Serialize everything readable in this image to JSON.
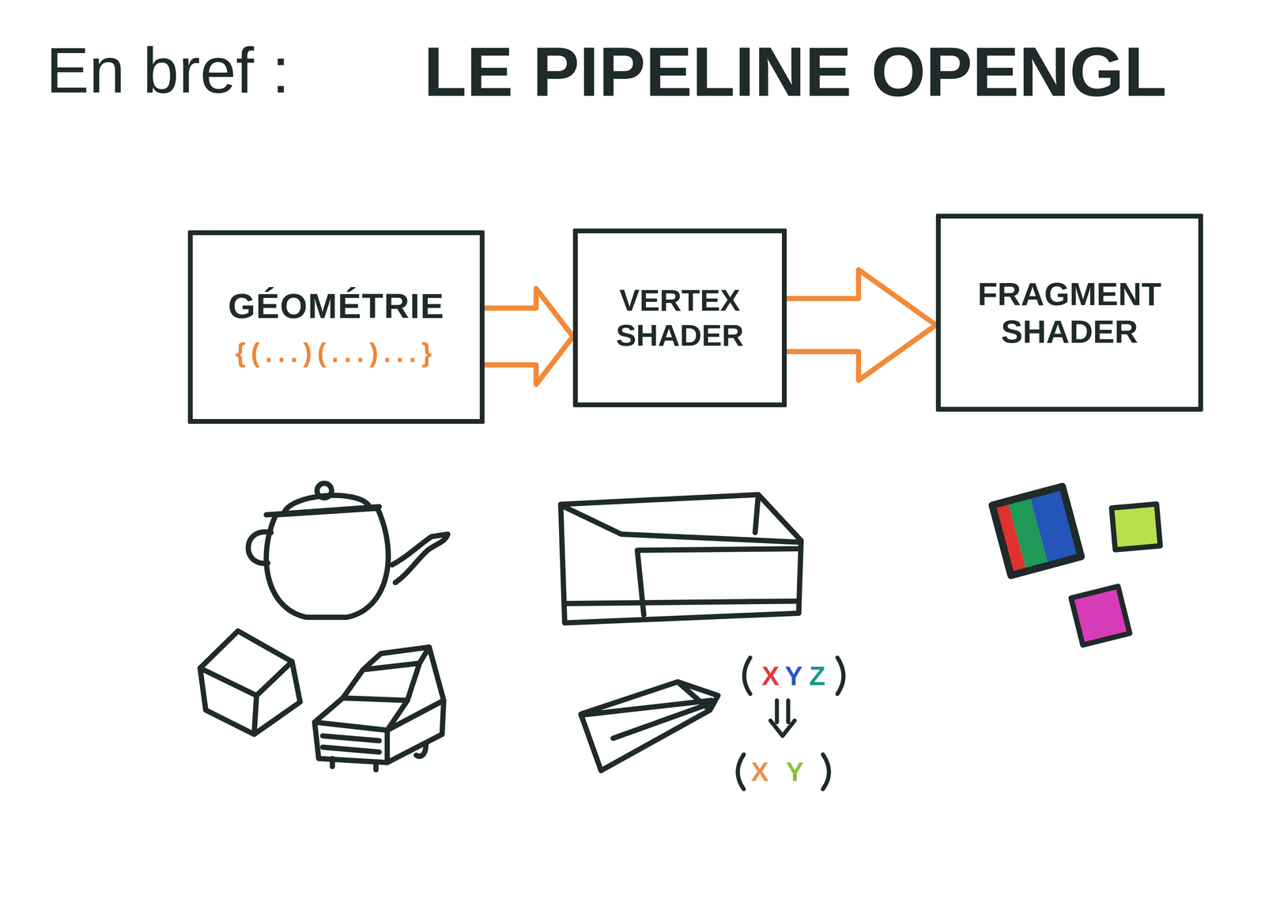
{
  "diagram": {
    "title": "LE PIPELINE OPENGL",
    "nodes": [
      {
        "text": [
          "GÉOMÉTRIE",
          "{(...)(...)...}"
        ]
      },
      {
        "text": [
          "VERTEX SHADER"
        ]
      },
      {
        "text": [
          "FRAGMENT SHADER"
        ]
      }
    ],
    "edges": [
      {
        "from": 0,
        "to": 1,
        "arrow": "to"
      },
      {
        "from": 1,
        "to": 2,
        "arrow": "to"
      }
    ],
    "labels": [
      "En bref :",
      "X",
      "Y",
      "Z",
      "X",
      "Y"
    ]
  }
}
